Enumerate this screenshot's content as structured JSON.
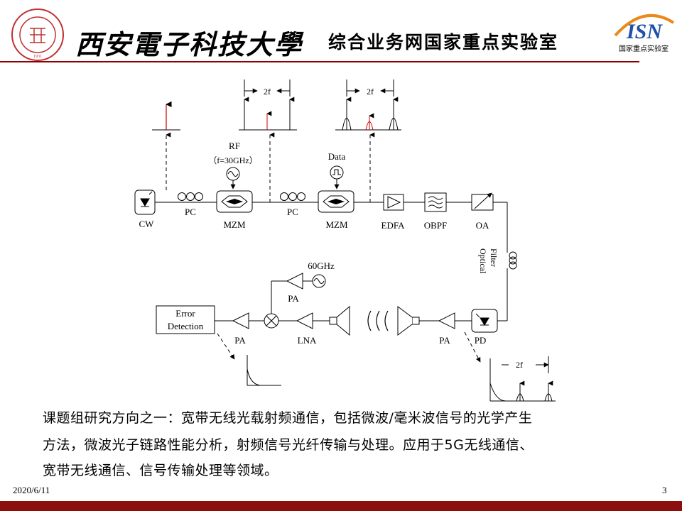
{
  "header": {
    "university_name": "西安電子科技大學",
    "lab_title": "综合业务网国家重点实验室",
    "logo_text": "ISN",
    "logo_caption": "国家重点实验室",
    "seal_text": "XIDIAN UNIVERSITY 1931"
  },
  "diagram": {
    "components": {
      "cw": "CW",
      "pc1": "PC",
      "mzm1": "MZM",
      "pc2": "PC",
      "mzm2": "MZM",
      "edfa": "EDFA",
      "obpf": "OBPF",
      "oa": "OA",
      "optical_filter_line1": "Optical",
      "optical_filter_line2": "Filter",
      "pd": "PD",
      "pa_tx": "PA",
      "lna": "LNA",
      "pa_lo": "PA",
      "pa_out": "PA",
      "error_line1": "Error",
      "error_line2": "Detection"
    },
    "sources": {
      "rf_label": "RF",
      "rf_freq": "（f=30GHz）",
      "data_label": "Data",
      "lo_freq": "60GHz"
    },
    "spectrum_labels": {
      "spacing_1": "2f",
      "spacing_2": "2f",
      "spacing_3": "2f"
    }
  },
  "caption": {
    "line1": "课题组研究方向之一：宽带无线光载射频通信，包括微波/毫米波信号的光学产生",
    "line2": "方法，微波光子链路性能分析，射频信号光纤传输与处理。应用于5G无线通信、",
    "line3": "宽带无线通信、信号传输处理等领域。"
  },
  "footer": {
    "date": "2020/6/11",
    "page_number": "3"
  },
  "colors": {
    "accent_red": "#cc0000",
    "header_rule": "#8b0000",
    "footer_bar": "#8b0f0f",
    "logo_blue": "#1f4fa8",
    "logo_orange": "#e98a1a"
  }
}
